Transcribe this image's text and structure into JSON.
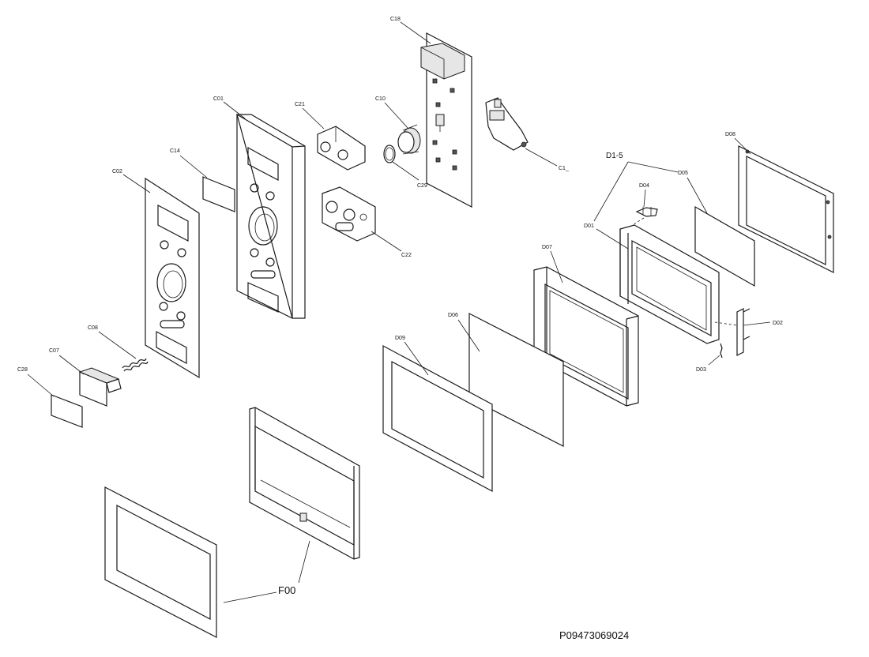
{
  "labels": {
    "c18": "C18",
    "c10": "C10",
    "c01": "C01",
    "c21": "C21",
    "c14": "C14",
    "c02": "C02",
    "c29": "C29",
    "c22": "C22",
    "c1": "C1_",
    "c08": "C08",
    "c07": "C07",
    "c28": "C28",
    "d08": "D08",
    "d15": "D1-5",
    "d05": "D05",
    "d04": "D04",
    "d01": "D01",
    "d07": "D07",
    "d06": "D06",
    "d09": "D09",
    "d02": "D02",
    "d03": "D03",
    "f00": "F00"
  },
  "document_number": "P09473069024"
}
